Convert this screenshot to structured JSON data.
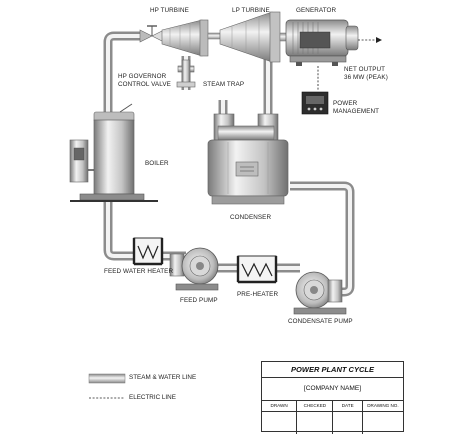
{
  "labels": {
    "hp_turbine": "HP TURBINE",
    "lp_turbine": "LP TURBINE",
    "generator": "GENERATOR",
    "net_output_1": "NET OUTPUT",
    "net_output_2": "36 MW (PEAK)",
    "hp_governor_1": "HP GOVERNOR",
    "hp_governor_2": "CONTROL VALVE",
    "steam_trap": "STEAM TRAP",
    "power_mgmt_1": "POWER",
    "power_mgmt_2": "MANAGEMENT",
    "boiler": "BOILER",
    "condenser": "CONDENSER",
    "feed_water_heater": "FEED WATER HEATER",
    "feed_pump": "FEED PUMP",
    "pre_heater": "PRE-HEATER",
    "condensate_pump": "CONDENSATE PUMP"
  },
  "legend": {
    "steam_water": "STEAM & WATER LINE",
    "electric": "ELECTRIC LINE"
  },
  "title_block": {
    "title": "POWER PLANT CYCLE",
    "company": "[COMPANY NAME]",
    "columns": [
      "DRAWN",
      "CHECKED",
      "DATE",
      "DRAWING NO."
    ]
  }
}
